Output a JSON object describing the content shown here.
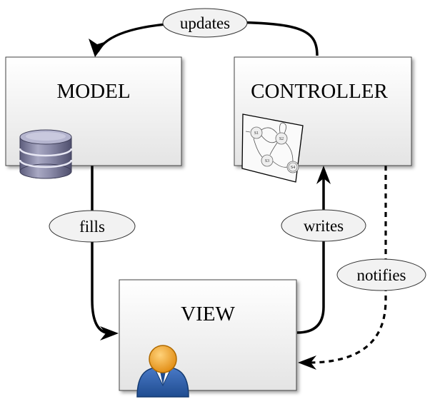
{
  "nodes": {
    "model": {
      "title": "MODEL",
      "icon": "database-icon"
    },
    "controller": {
      "title": "CONTROLLER",
      "icon": "state-machine-icon"
    },
    "view": {
      "title": "VIEW",
      "icon": "user-icon"
    }
  },
  "edges": {
    "updates": "updates",
    "fills": "fills",
    "writes": "writes",
    "notifies": "notifies"
  },
  "state_machine": {
    "states": [
      "S1",
      "S2",
      "S3",
      "S4"
    ]
  },
  "colors": {
    "box_top": "#ffffff",
    "box_bottom": "#e6e6e6",
    "database": "#7a7a9a",
    "user_head": "#f0a020",
    "user_body": "#2f5ea8"
  }
}
